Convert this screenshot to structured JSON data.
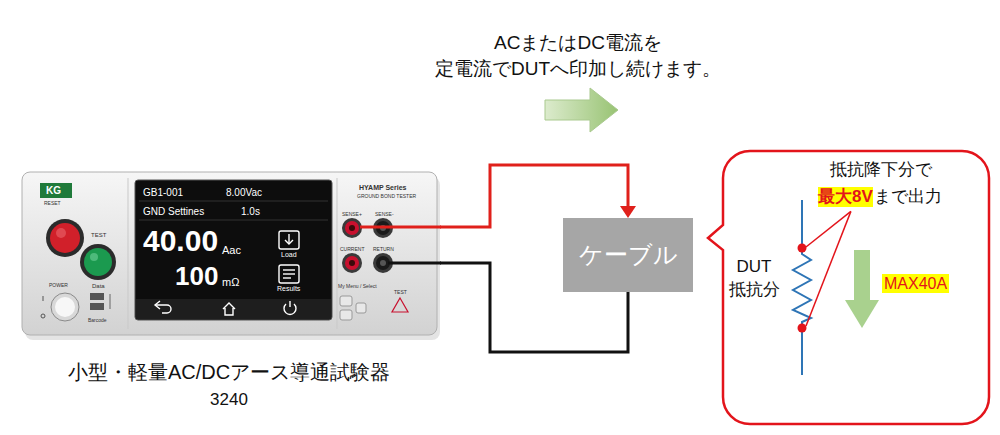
{
  "diagram": {
    "nodes": [
      {
        "text": [
          "小型・軽量AC/DCアース導通試験器",
          "3240"
        ]
      },
      {
        "text": [
          "ケーブル"
        ]
      },
      {
        "text": [
          "抵抗降下分で",
          "最大8V",
          "まで出力",
          "DUT 抵抗分",
          "MAX40A"
        ]
      }
    ],
    "edges": [
      {
        "from": 0,
        "to": 1,
        "arrow": "to"
      },
      {
        "from": 1,
        "to": 0,
        "arrow": "none"
      }
    ],
    "labels": [
      "ACまたはDC電流を 定電流でDUTへ印加し続けます。",
      "KG",
      "RESET",
      "TEST",
      "POWER",
      "Data",
      "Barcode",
      "GB1-001",
      "8.00Vac",
      "GND Settines",
      "1.0s",
      "40.00",
      "Aac",
      "100",
      "mΩ",
      "Load",
      "Results",
      "HYAMP Series",
      "GROUND BOND TESTER",
      "SENSE+",
      "SENSE-",
      "CURRENT",
      "RETURN",
      "My Menu / Select",
      "TEST"
    ]
  }
}
